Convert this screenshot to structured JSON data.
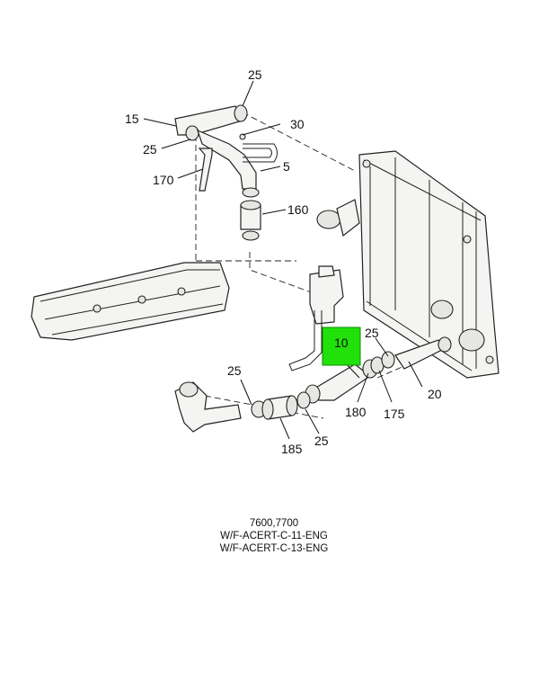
{
  "callouts": {
    "c25_top": "25",
    "c15": "15",
    "c30": "30",
    "c25_left": "25",
    "c5": "5",
    "c170": "170",
    "c160": "160",
    "c10": "10",
    "c25_right": "25",
    "c25_mid": "25",
    "c180": "180",
    "c175": "175",
    "c20": "20",
    "c185": "185",
    "c25_bottom": "25"
  },
  "highlight": {
    "part": "10",
    "color": "#22e00a"
  },
  "caption": {
    "line1": "7600,7700",
    "line2": "W/F-ACERT-C-11-ENG",
    "line3": "W/F-ACERT-C-13-ENG"
  }
}
